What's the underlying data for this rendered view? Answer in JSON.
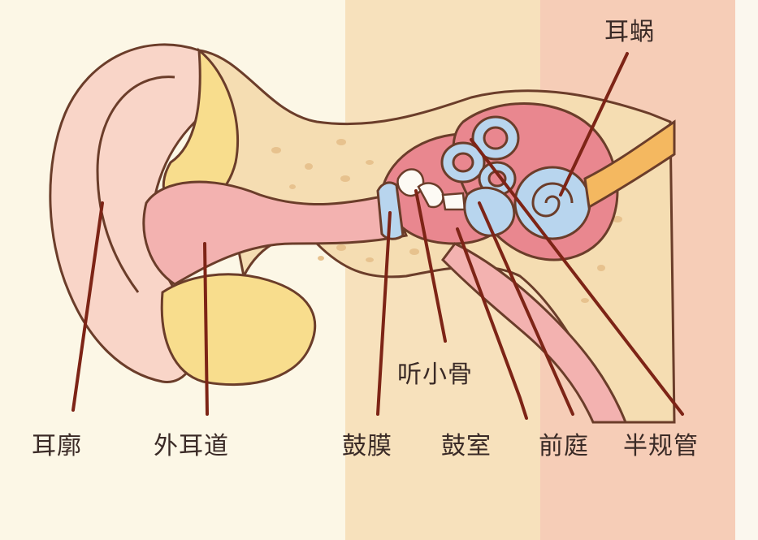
{
  "labels": {
    "cochlea": "耳蜗",
    "auricle": "耳廓",
    "ear_canal": "外耳道",
    "ossicles": "听小骨",
    "eardrum": "鼓膜",
    "tympanic_cavity": "鼓室",
    "vestibule": "前庭",
    "semicircular_canals": "半规管"
  },
  "colors": {
    "outer_zone": "#fcf7e6",
    "middle_zone": "#f7e1bc",
    "inner_zone": "#f6cdb7",
    "skin": "#f9d5c8",
    "canal": "#f3b2b0",
    "bone": "#f5ddb2",
    "cartilage": "#f8dd8d",
    "labyrinth": "#b8d5ee",
    "outline": "#6b3d2a",
    "pointer": "#7d2416"
  }
}
